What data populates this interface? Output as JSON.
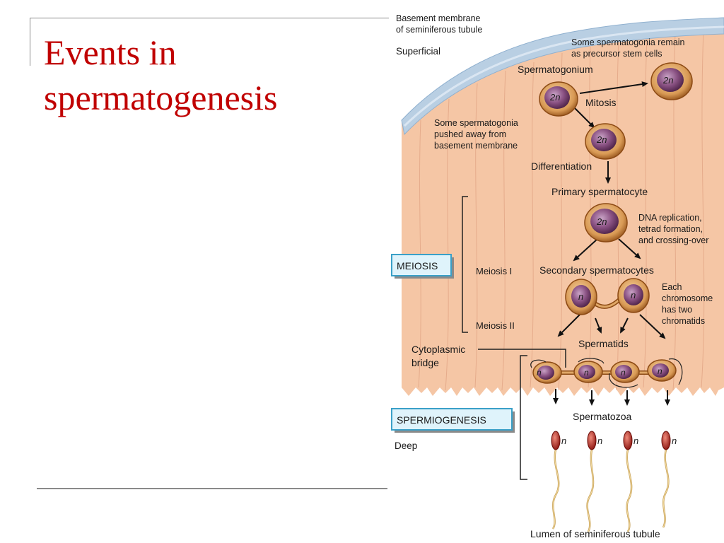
{
  "slide": {
    "title_line1": "Events in",
    "title_line2": "spermatogenesis"
  },
  "figure": {
    "basement_line1": "Basement membrane",
    "basement_line2": "of seminiferous tubule",
    "superficial": "Superficial",
    "stem_line1": "Some spermatogonia remain",
    "stem_line2": "as precursor stem cells",
    "spermatogonium": "Spermatogonium",
    "mitosis": "Mitosis",
    "pushed_line1": "Some spermatogonia",
    "pushed_line2": "pushed away from",
    "pushed_line3": "basement membrane",
    "differentiation": "Differentiation",
    "primary_spermatocyte": "Primary spermatocyte",
    "dna_line1": "DNA replication,",
    "dna_line2": "tetrad formation,",
    "dna_line3": "and crossing-over",
    "meiosis_box": "MEIOSIS",
    "meiosis_1": "Meiosis I",
    "meiosis_2": "Meiosis II",
    "secondary_spermatocytes": "Secondary spermatocytes",
    "chrom_line1": "Each",
    "chrom_line2": "chromosome",
    "chrom_line3": "has two",
    "chrom_line4": "chromatids",
    "spermatids": "Spermatids",
    "cyto_line1": "Cytoplasmic",
    "cyto_line2": "bridge",
    "spermiogenesis_box": "SPERMIOGENESIS",
    "spermatozoa": "Spermatozoa",
    "deep": "Deep",
    "lumen": "Lumen of seminiferous tubule",
    "ploidy_2n": "2n",
    "ploidy_n": "n"
  },
  "colors": {
    "title": "#c00000",
    "tissue": "#f5c6a5",
    "cell_ring": "#b4641e",
    "nucleus": "#7a3f72",
    "label_box_fill": "#dff3fb",
    "label_box_border": "#3aa0c8"
  }
}
